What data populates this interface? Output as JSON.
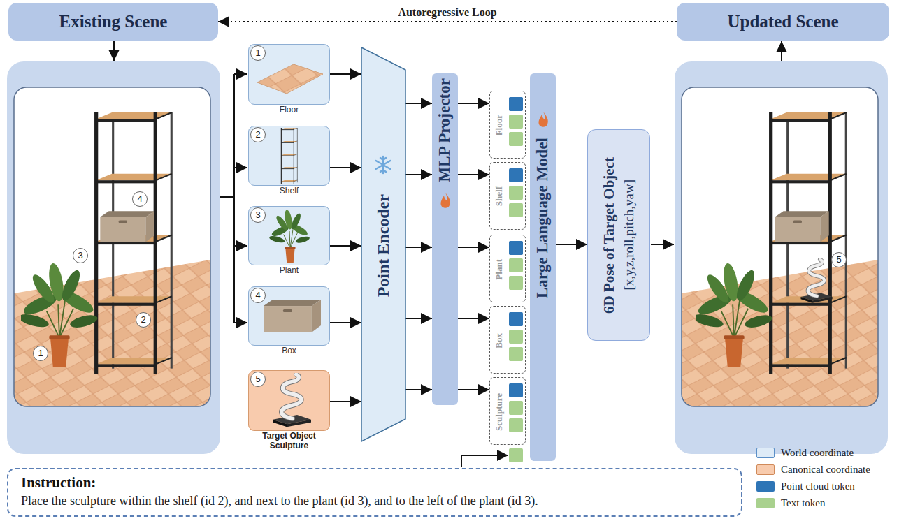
{
  "diagram": {
    "nodes": [
      {
        "text": [
          "Existing Scene"
        ]
      },
      {
        "text": [
          "Updated Scene"
        ]
      },
      {
        "text": [
          "Floor"
        ]
      },
      {
        "text": [
          "Shelf"
        ]
      },
      {
        "text": [
          "Plant"
        ]
      },
      {
        "text": [
          "Box"
        ]
      },
      {
        "text": [
          "Target Object Sculpture"
        ]
      },
      {
        "text": [
          "Point Encoder"
        ]
      },
      {
        "text": [
          "MLP Projector"
        ]
      },
      {
        "text": [
          "Floor"
        ]
      },
      {
        "text": [
          "Shelf"
        ]
      },
      {
        "text": [
          "Plant"
        ]
      },
      {
        "text": [
          "Box"
        ]
      },
      {
        "text": [
          "Sculpture"
        ]
      },
      {
        "text": [
          "Large Language Model"
        ]
      },
      {
        "text": [
          "6D Pose of Target Object",
          "[x,y,z,roll,pitch,yaw]"
        ]
      },
      {
        "text": [
          "Instruction:",
          "Place the sculpture within the shelf (id 2), and next to the plant (id 3), and to the left of the plant (id 3)."
        ]
      }
    ],
    "edges": [
      {
        "from": 1,
        "to": 0,
        "label": "Autoregressive Loop",
        "arrow": "to"
      },
      {
        "from": 2,
        "to": 7,
        "arrow": "to"
      },
      {
        "from": 3,
        "to": 7,
        "arrow": "to"
      },
      {
        "from": 4,
        "to": 7,
        "arrow": "to"
      },
      {
        "from": 5,
        "to": 7,
        "arrow": "to"
      },
      {
        "from": 6,
        "to": 7,
        "arrow": "to"
      },
      {
        "from": 7,
        "to": 8,
        "arrow": "to"
      },
      {
        "from": 7,
        "to": 8,
        "arrow": "to"
      },
      {
        "from": 7,
        "to": 8,
        "arrow": "to"
      },
      {
        "from": 7,
        "to": 8,
        "arrow": "to"
      },
      {
        "from": 7,
        "to": 8,
        "arrow": "to"
      },
      {
        "from": 8,
        "to": 9,
        "arrow": "to"
      },
      {
        "from": 8,
        "to": 10,
        "arrow": "to"
      },
      {
        "from": 8,
        "to": 11,
        "arrow": "to"
      },
      {
        "from": 8,
        "to": 12,
        "arrow": "to"
      },
      {
        "from": 8,
        "to": 13,
        "arrow": "to"
      },
      {
        "from": 14,
        "to": 15,
        "arrow": "to"
      }
    ],
    "labels": [
      "4",
      "3",
      "2",
      "1",
      "1",
      "2",
      "3",
      "4",
      "5",
      "5"
    ],
    "legend": [
      {
        "text": "World coordinate",
        "color": "#deebf7"
      },
      {
        "text": "Canonical coordinate",
        "color": "#f8cbad"
      },
      {
        "text": "Point cloud token",
        "color": "#2e75b6"
      },
      {
        "text": "Text token",
        "color": "#a9d18e"
      }
    ]
  }
}
